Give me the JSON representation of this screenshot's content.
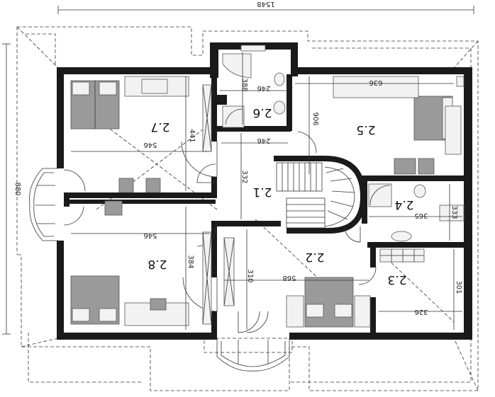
{
  "overall": {
    "width": "1548",
    "depth": "880"
  },
  "rooms": [
    {
      "id": "r27",
      "label": "2.7"
    },
    {
      "id": "r26",
      "label": "2.6"
    },
    {
      "id": "r25",
      "label": "2.5"
    },
    {
      "id": "r21",
      "label": "2.1"
    },
    {
      "id": "r24",
      "label": "2.4"
    },
    {
      "id": "r28",
      "label": "2.8"
    },
    {
      "id": "r22",
      "label": "2.2"
    },
    {
      "id": "r23",
      "label": "2.3"
    }
  ],
  "dimensions": {
    "d546a": "546",
    "d441": "441",
    "d246a": "246",
    "d388": "388",
    "d246b": "246",
    "d636": "636",
    "d906": "906",
    "d332a": "332",
    "d365": "365",
    "d333": "333",
    "d546b": "546",
    "d384": "384",
    "d310": "310",
    "d568": "568",
    "d326": "326",
    "d301": "301"
  }
}
